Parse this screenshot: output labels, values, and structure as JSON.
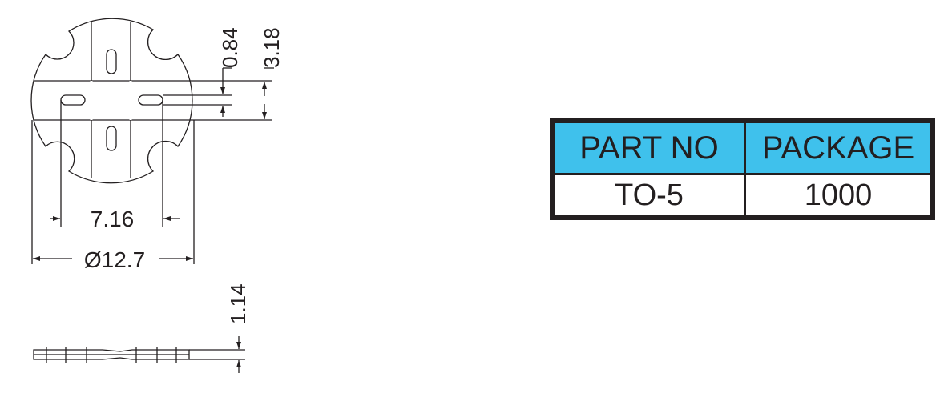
{
  "drawing": {
    "dimensions": {
      "slot_width": "0.84",
      "slot_spacing": "3.18",
      "inner_span": "7.16",
      "diameter": "Ø12.7",
      "thickness": "1.14"
    }
  },
  "table": {
    "headers": [
      "PART NO",
      "PACKAGE"
    ],
    "rows": [
      [
        "TO-5",
        "1000"
      ]
    ]
  },
  "colors": {
    "header_fill": "#3fc1ec",
    "line": "#231f20"
  }
}
